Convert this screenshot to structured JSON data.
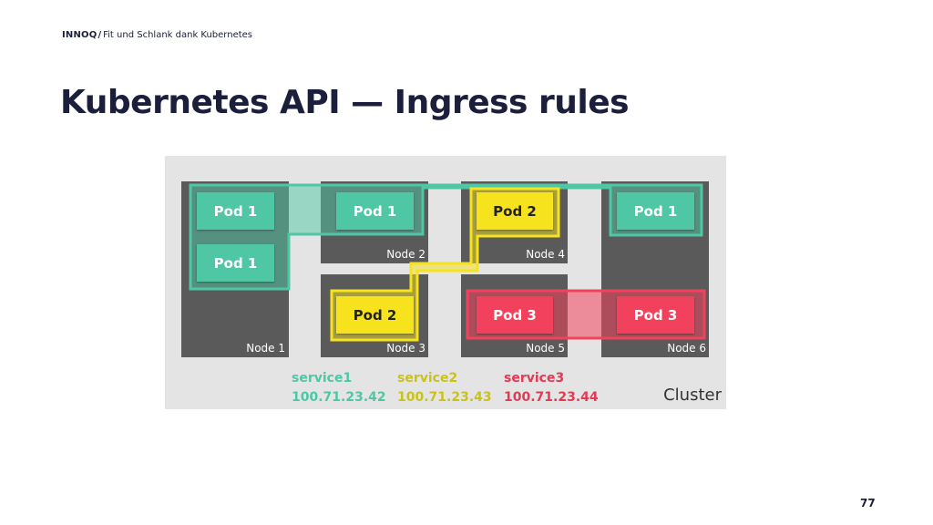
{
  "header": {
    "brand": "INNOQ",
    "separator": "/",
    "subtitle": "Fit und Schlank dank Kubernetes"
  },
  "title": "Kubernetes API — Ingress rules",
  "diagram": {
    "cluster_label": "Cluster",
    "nodes": [
      {
        "label": "Node 1"
      },
      {
        "label": "Node 2"
      },
      {
        "label": "Node 3"
      },
      {
        "label": "Node 4"
      },
      {
        "label": "Node 5"
      },
      {
        "label": "Node 6"
      }
    ],
    "pods": [
      {
        "label": "Pod 1",
        "node": "Node 1",
        "service": "service1"
      },
      {
        "label": "Pod 1",
        "node": "Node 1",
        "service": "service1"
      },
      {
        "label": "Pod 1",
        "node": "Node 2",
        "service": "service1"
      },
      {
        "label": "Pod 2",
        "node": "Node 4",
        "service": "service2"
      },
      {
        "label": "Pod 1",
        "node": "Node 6",
        "service": "service1"
      },
      {
        "label": "Pod 2",
        "node": "Node 3",
        "service": "service2"
      },
      {
        "label": "Pod 3",
        "node": "Node 5",
        "service": "service3"
      },
      {
        "label": "Pod 3",
        "node": "Node 6",
        "service": "service3"
      }
    ],
    "services": [
      {
        "name": "service1",
        "ip": "100.71.23.42",
        "color": "#4fc7a4"
      },
      {
        "name": "service2",
        "ip": "100.71.23.43",
        "color": "#c9c21e"
      },
      {
        "name": "service3",
        "ip": "100.71.23.44",
        "color": "#e23a54"
      }
    ]
  },
  "page_number": "77"
}
